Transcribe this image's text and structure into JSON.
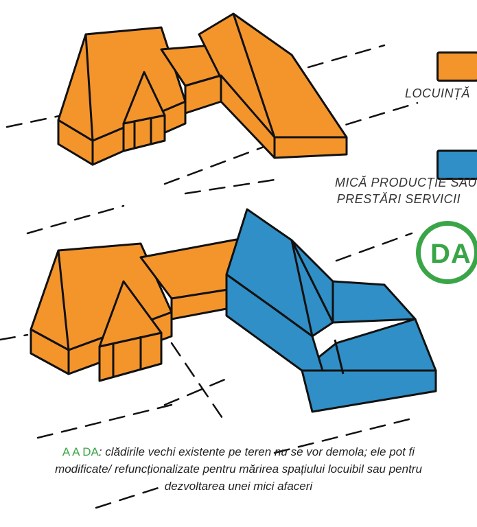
{
  "legend": {
    "residential": {
      "label": "LOCUINȚĂ",
      "color": "#f4952c"
    },
    "production": {
      "label_line1": "MICĂ PRODUCȚIE SAU",
      "label_line2": "PRESTĂRI SERVICII",
      "color": "#2f8fc6"
    }
  },
  "badge": {
    "text": "DA",
    "color": "#3aa547"
  },
  "caption": {
    "tag": "A  A DA",
    "line1": ": clădirile vechi existente pe teren nu se vor demola; ele pot fi",
    "line2": "modificate/ refuncționalizate pentru mărirea spațiului locuibil sau pentru",
    "line3": "dezvoltarea unei mici afaceri"
  },
  "colors": {
    "outline": "#111111",
    "orange": "#f4952c",
    "blue": "#2f8fc6",
    "green": "#3aa547"
  }
}
